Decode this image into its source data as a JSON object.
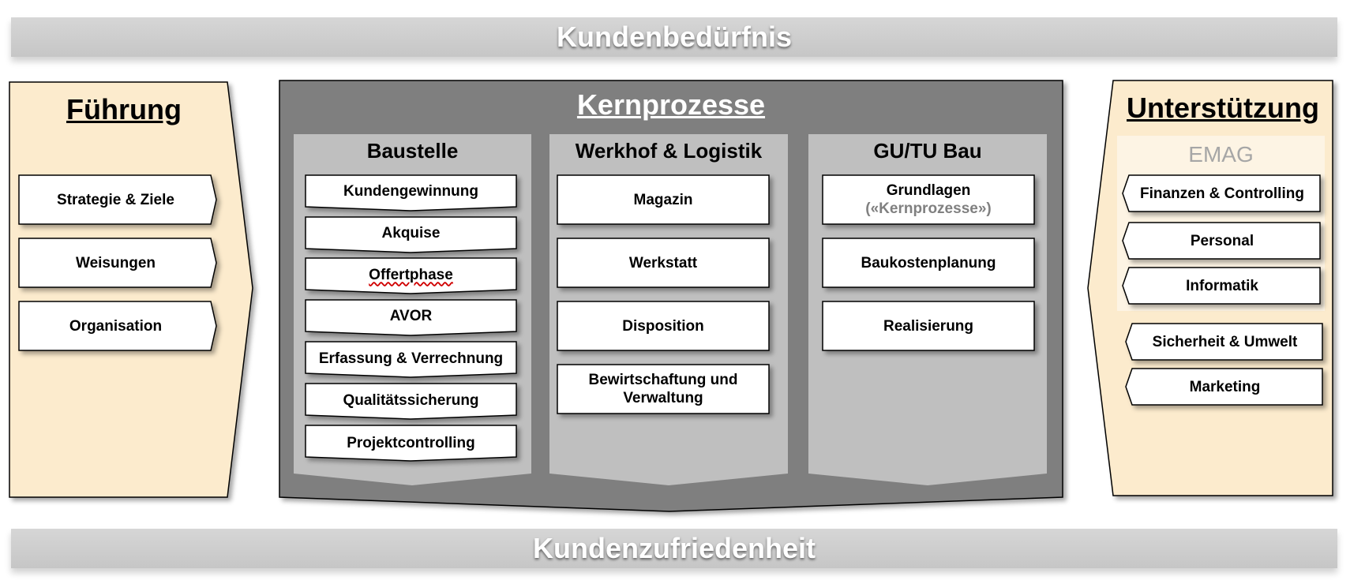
{
  "top_band": "Kundenbedürfnis",
  "bottom_band": "Kundenzufriedenheit",
  "fuehrung": {
    "title": "Führung",
    "items": [
      "Strategie & Ziele",
      "Weisungen",
      "Organisation"
    ]
  },
  "kern": {
    "title": "Kernprozesse",
    "baustelle": {
      "title": "Baustelle",
      "items": [
        "Kundengewinnung",
        "Akquise",
        "Offertphase",
        "AVOR",
        "Erfassung & Verrechnung",
        "Qualitätssicherung",
        "Projektcontrolling"
      ]
    },
    "werkhof": {
      "title": "Werkhof & Logistik",
      "items": [
        "Magazin",
        "Werkstatt",
        "Disposition"
      ],
      "item4_line1": "Bewirtschaftung und",
      "item4_line2": "Verwaltung"
    },
    "gutu": {
      "title": "GU/TU Bau",
      "item1_line1": "Grundlagen",
      "item1_line2": "(«Kernprozesse»)",
      "items": [
        "Baukostenplanung",
        "Realisierung"
      ]
    }
  },
  "unterstuetzung": {
    "title": "Unterstützung",
    "emag_label": "EMAG",
    "emag_items": [
      "Finanzen & Controlling",
      "Personal",
      "Informatik"
    ],
    "items": [
      "Sicherheit & Umwelt",
      "Marketing"
    ]
  },
  "colors": {
    "panel_beige": "#fcebcd",
    "core_dark": "#7f7f7f",
    "column_grey": "#bfbfbf",
    "band_grey": "#cccccc",
    "emag_area": "#fdf4e4"
  }
}
